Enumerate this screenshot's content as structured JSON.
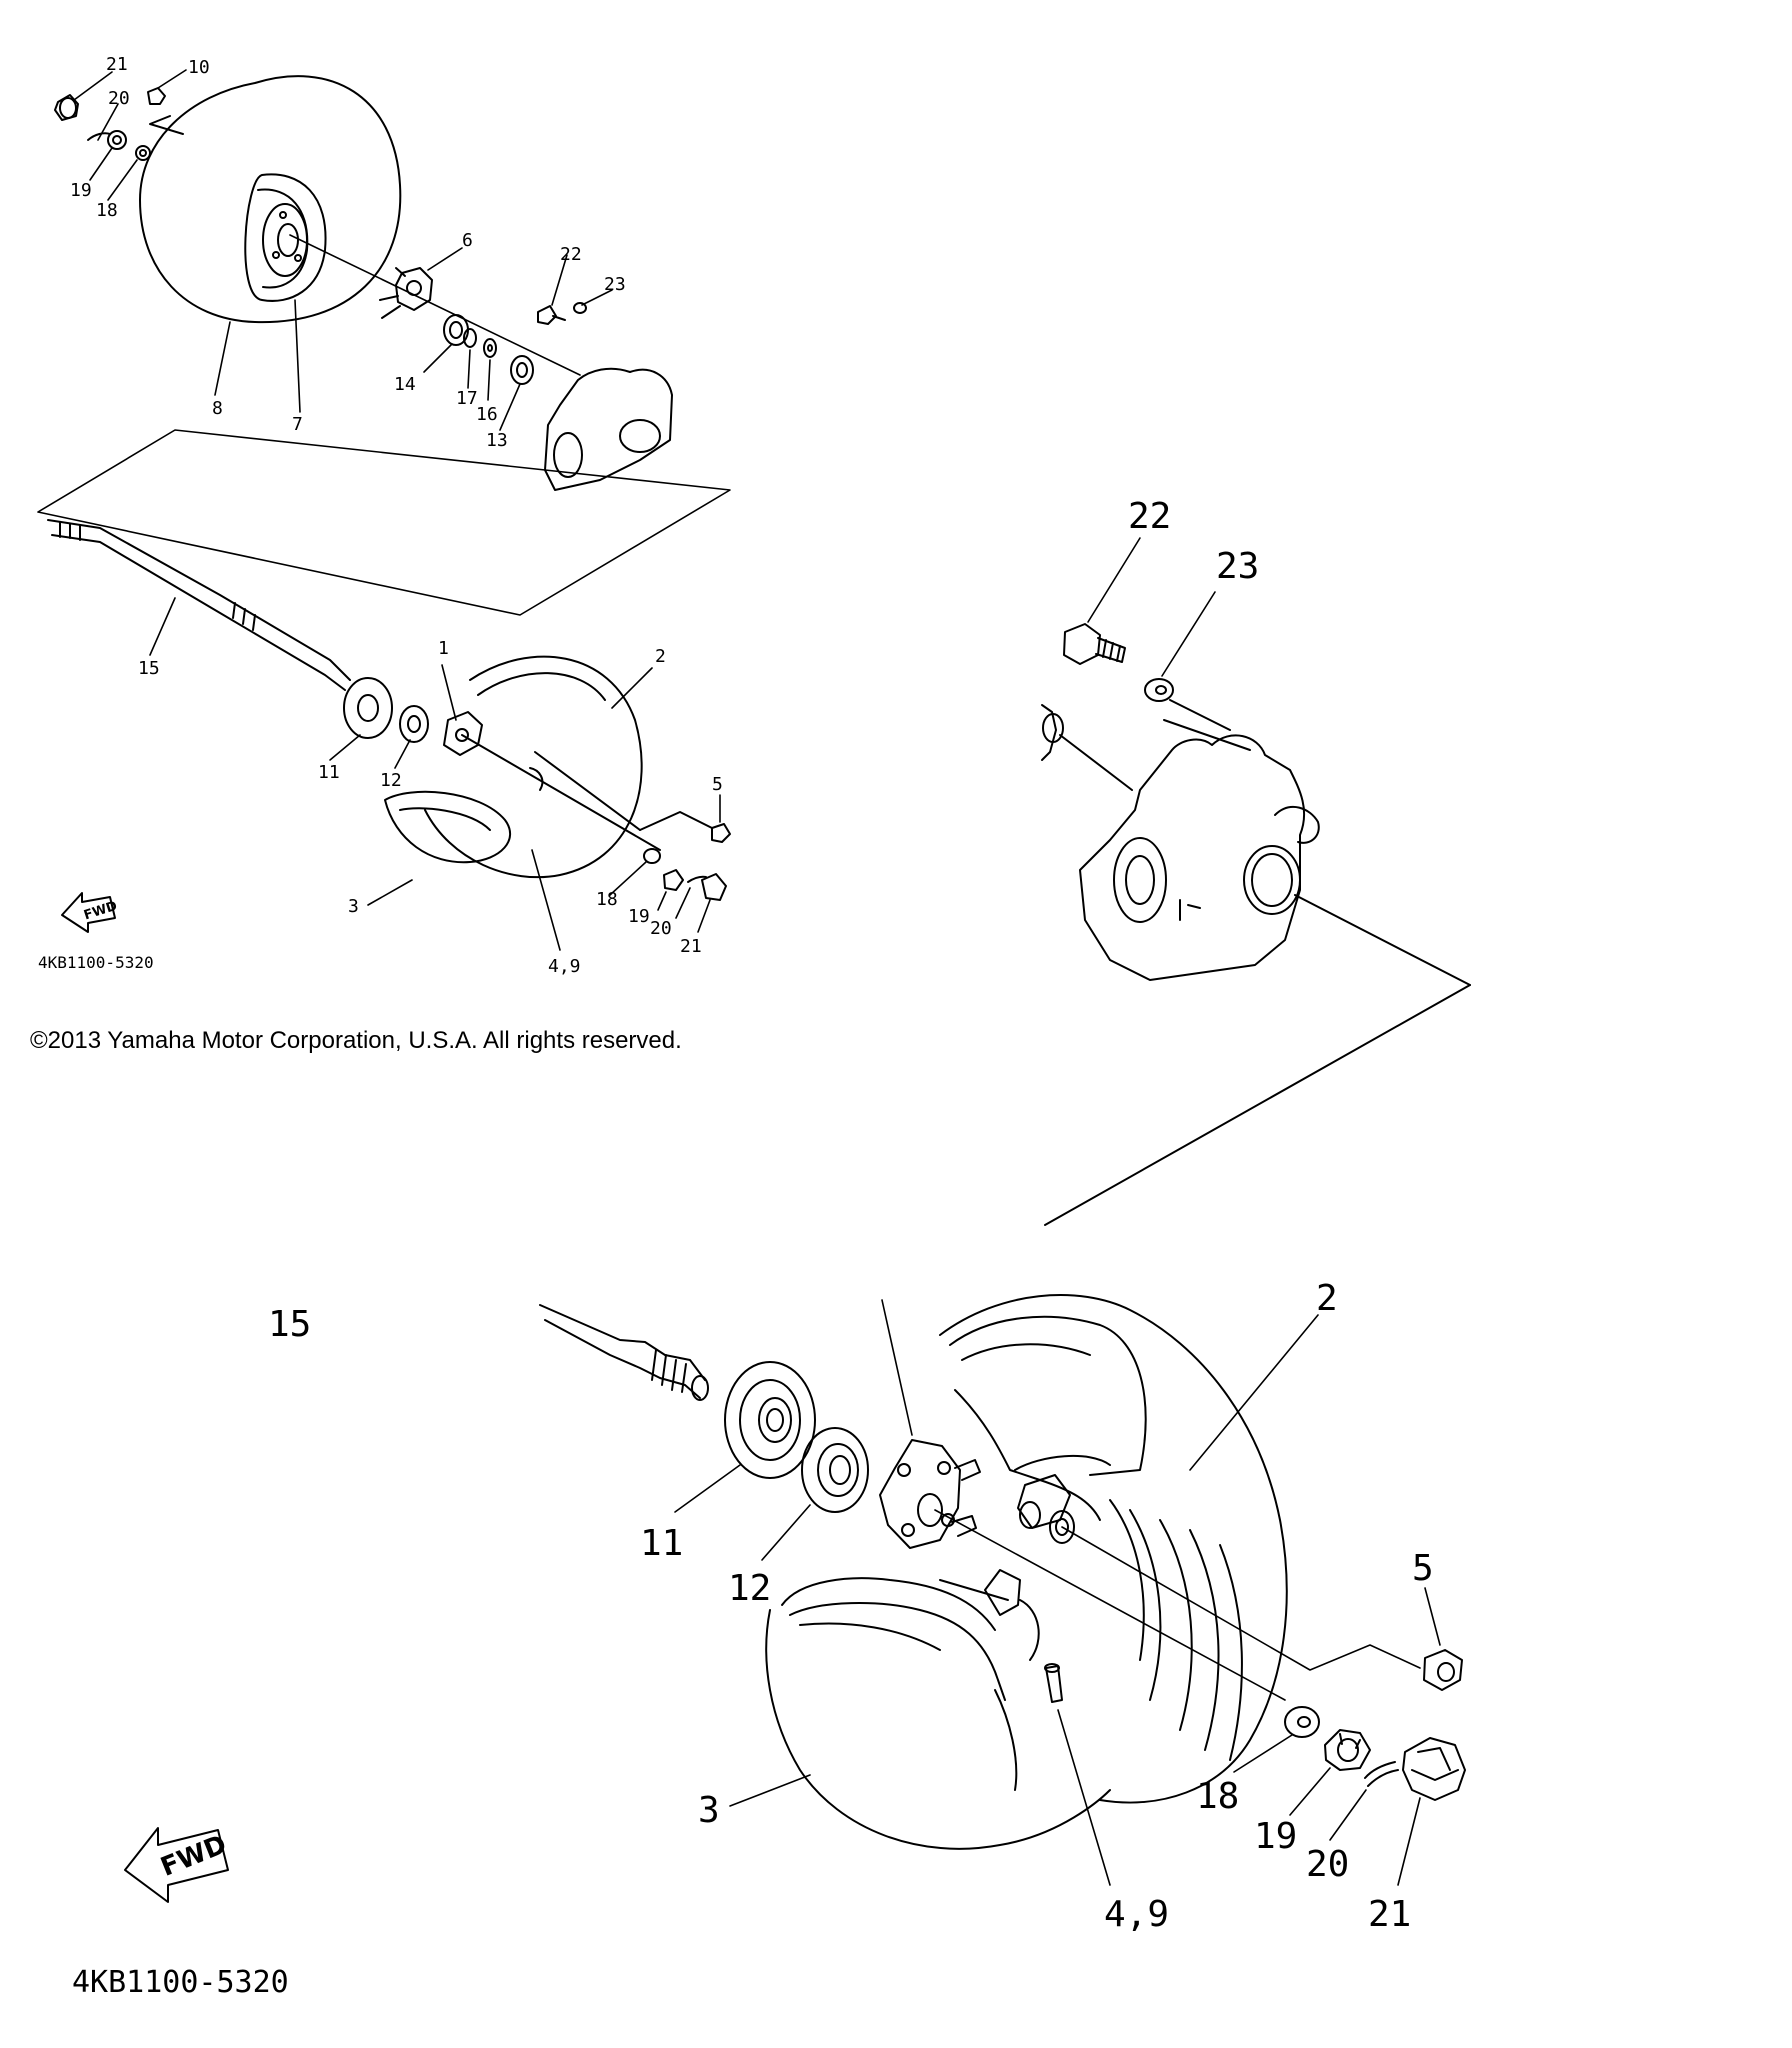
{
  "copyright": "©2013 Yamaha Motor Corporation, U.S.A. All rights reserved.",
  "diagram_code": "4KB1100-5320",
  "fwd_label": "FWD",
  "overview_callouts": {
    "c21a": "21",
    "c10": "10",
    "c20a": "20",
    "c19a": "19",
    "c18a": "18",
    "c6": "6",
    "c22": "22",
    "c23": "23",
    "c14": "14",
    "c17": "17",
    "c16": "16",
    "c13": "13",
    "c8": "8",
    "c7": "7",
    "c15": "15",
    "c1": "1",
    "c2": "2",
    "c11": "11",
    "c12": "12",
    "c5": "5",
    "c3": "3",
    "c18b": "18",
    "c19b": "19",
    "c20b": "20",
    "c21b": "21",
    "c49": "4,9"
  },
  "detail_callouts": {
    "c22": "22",
    "c23": "23",
    "c15": "15",
    "c2": "2",
    "c11": "11",
    "c12": "12",
    "c5": "5",
    "c3": "3",
    "c18": "18",
    "c19": "19",
    "c20": "20",
    "c21": "21",
    "c49": "4,9"
  }
}
